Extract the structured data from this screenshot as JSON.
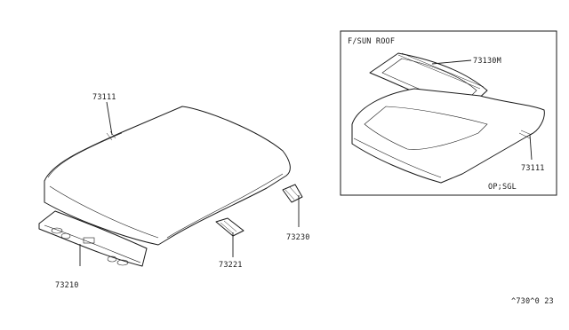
{
  "diagram": {
    "callouts": {
      "roof_panel": "73111",
      "roof_bow_front": "73210",
      "roof_bow_side": "73221",
      "roof_rail_rear": "73230",
      "sunroof_reinforcement": "73130M",
      "roof_panel_sunroof": "73111"
    },
    "inset": {
      "title": "F/SUN ROOF",
      "note": "OP;SGL"
    },
    "footer_code": "^730^0 23"
  }
}
